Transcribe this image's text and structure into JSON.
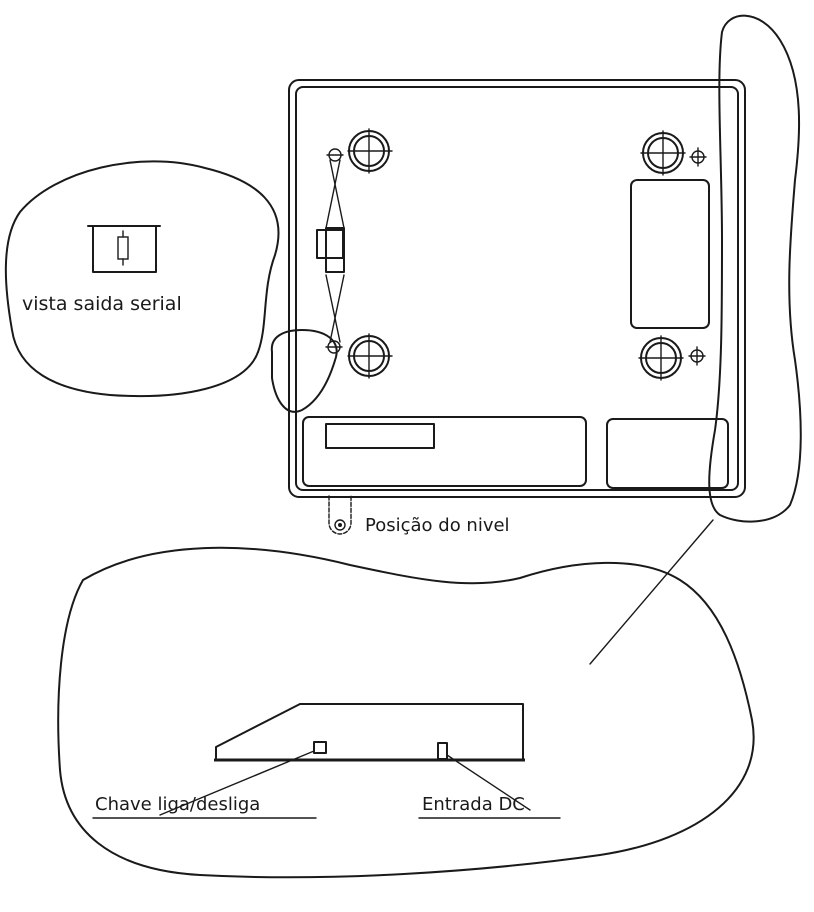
{
  "labels": {
    "serial_view": "vista saida serial",
    "level_position": "Posição do nivel",
    "power_switch": "Chave liga/desliga",
    "dc_input": "Entrada DC"
  }
}
